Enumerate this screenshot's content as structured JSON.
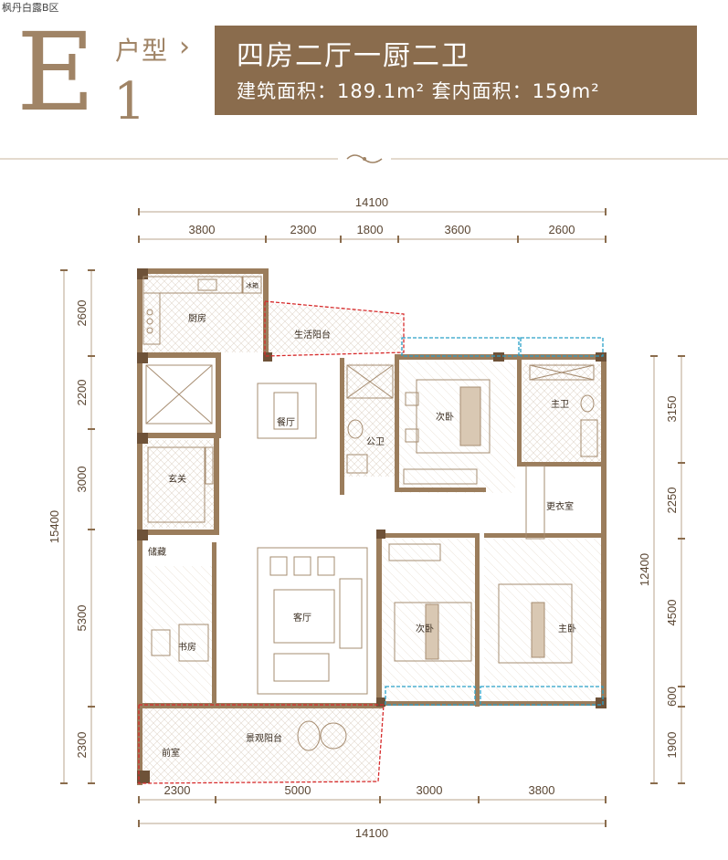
{
  "corner_label": "枫丹白露B区",
  "unit_letter": "E",
  "unit_num": "1",
  "huxing": "户型",
  "chevron": "›",
  "layout_title": "四房二厅一厨二卫",
  "area_text": "建筑面积：189.1m² 套内面积：159m²",
  "dims": {
    "top_total": "14100",
    "top_segments": [
      "3800",
      "2300",
      "1800",
      "3600",
      "2600"
    ],
    "bottom_segments": [
      "2300",
      "5000",
      "3000",
      "3800"
    ],
    "bottom_total": "14100",
    "left_total": "15400",
    "left_segments": [
      "2600",
      "2200",
      "3000",
      "5300",
      "2300"
    ],
    "right_total": "12400",
    "right_segments": [
      "3150",
      "2250",
      "4500",
      "600",
      "1900"
    ]
  },
  "rooms": {
    "kitchen": "厨房",
    "fridge": "冰箱",
    "service_balcony": "生活阳台",
    "dining": "餐厅",
    "entrance": "玄关",
    "public_bath": "公卫",
    "second_bed_1": "次卧",
    "master_bath": "主卫",
    "closet": "更衣室",
    "storage": "储藏",
    "living": "客厅",
    "second_bed_2": "次卧",
    "master_bed": "主卧",
    "study": "书房",
    "front_room": "前室",
    "view_balcony": "景观阳台"
  }
}
